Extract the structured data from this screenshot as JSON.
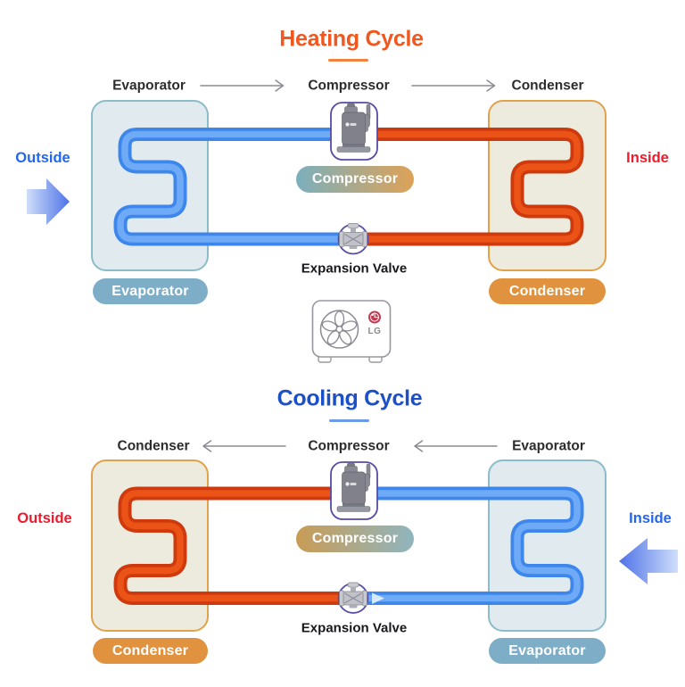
{
  "page": {
    "background": "#FFFFFF"
  },
  "unit": {
    "brand": "LG"
  },
  "colors": {
    "heating_title": "#F1571E",
    "heating_underline": "#F2823E",
    "cooling_title": "#1C50C8",
    "cooling_underline": "#6D9BE8",
    "flow_label": "#2D2D2D",
    "arrow_gray": "#8A8A92",
    "side_blue": "#2366EF",
    "side_red": "#EC1B2D",
    "hot_pipe": "#CE3A0E",
    "hot_pipe_highlight": "#EC5316",
    "cold_pipe": "#3D86EC",
    "cold_pipe_highlight": "#6FAAF6",
    "cold_box_fill": "#E1EAEE",
    "cold_box_border": "#8CBCCA",
    "warm_box_fill": "#EDEBDE",
    "warm_box_border": "#E0A24B",
    "badge_blue": "#7EAEC7",
    "badge_orange": "#E0923E",
    "comp_badge_heat_left": "#7BAFBD",
    "comp_badge_heat_right": "#DEA257",
    "comp_badge_cool_left": "#C99C55",
    "comp_badge_cool_right": "#8FB5BF",
    "frame_purple": "#564CA3",
    "big_arrow_dark": "#4E72E8",
    "big_arrow_light": "#CFDEFA"
  },
  "heating": {
    "title": "Heating Cycle",
    "flow_labels": [
      "Evaporator",
      "Compressor",
      "Condenser"
    ],
    "flow_direction": "right",
    "side_left": "Outside",
    "side_right": "Inside",
    "component_badges": {
      "evaporator": "Evaporator",
      "compressor": "Compressor",
      "condenser": "Condenser"
    },
    "expansion_valve_label": "Expansion Valve"
  },
  "cooling": {
    "title": "Cooling Cycle",
    "flow_labels": [
      "Condenser",
      "Compressor",
      "Evaporator"
    ],
    "flow_direction": "left",
    "side_left": "Outside",
    "side_right": "Inside",
    "component_badges": {
      "condenser": "Condenser",
      "compressor": "Compressor",
      "evaporator": "Evaporator"
    },
    "expansion_valve_label": "Expansion Valve"
  }
}
